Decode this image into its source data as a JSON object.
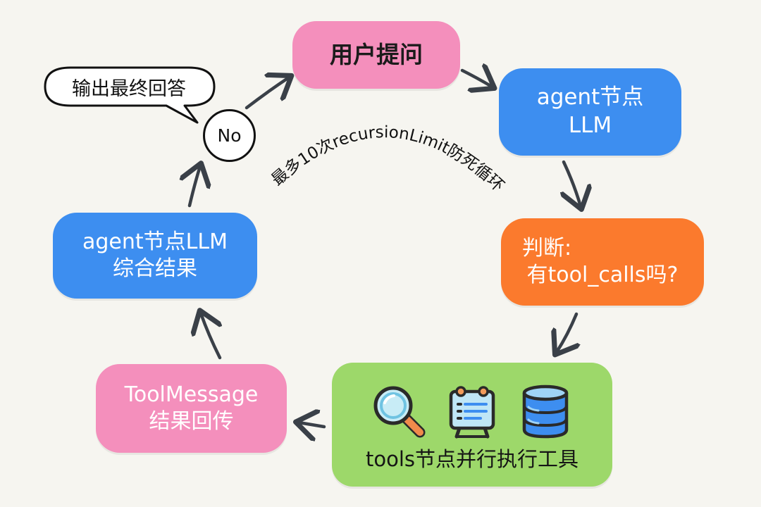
{
  "colors": {
    "background": "#f6f5f0",
    "pink": "#f48fbc",
    "blue": "#3d8ef0",
    "orange": "#fb7a2d",
    "green": "#9dd86a",
    "arrow": "#3a4048"
  },
  "nodes": {
    "user_question": {
      "label": "用户提问"
    },
    "agent_llm": {
      "line1": "agent节点",
      "line2": "LLM"
    },
    "decision": {
      "line1": "判断:",
      "line2": "有tool_calls吗?"
    },
    "tools": {
      "label": "tools节点并行执行工具",
      "icons": [
        "magnifier-icon",
        "document-board-icon",
        "database-icon"
      ]
    },
    "tool_message": {
      "line1": "ToolMessage",
      "line2": "结果回传"
    },
    "agent_combine": {
      "line1": "agent节点LLM",
      "line2": "综合结果"
    }
  },
  "branch": {
    "no_label": "No",
    "output_label": "输出最终回答"
  },
  "loop_note": "最多10次recursionLimit防死循环"
}
